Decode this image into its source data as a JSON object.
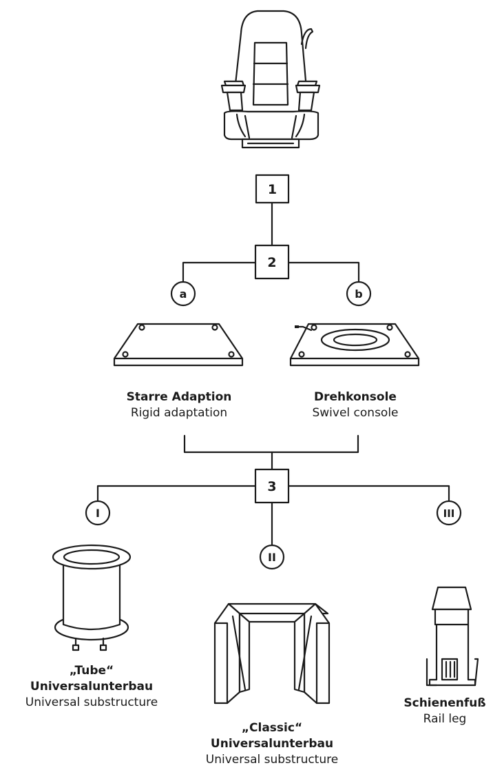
{
  "steps": {
    "step1": "1",
    "step2": "2",
    "step3": "3"
  },
  "options": {
    "a": "a",
    "b": "b",
    "I": "I",
    "II": "II",
    "III": "III"
  },
  "adaptations": {
    "rigid": {
      "de": "Starre Adaption",
      "en": "Rigid adaptation"
    },
    "swivel": {
      "de": "Drehkonsole",
      "en": "Swivel console"
    }
  },
  "substructures": {
    "tube": {
      "de_line1": "„Tube“",
      "de_line2": "Universalunterbau",
      "en": "Universal substructure"
    },
    "classic": {
      "de_line1": "„Classic“",
      "de_line2": "Universalunterbau",
      "en": "Universal substructure"
    },
    "rail": {
      "de": "Schienenfuß",
      "en": "Rail leg"
    }
  }
}
